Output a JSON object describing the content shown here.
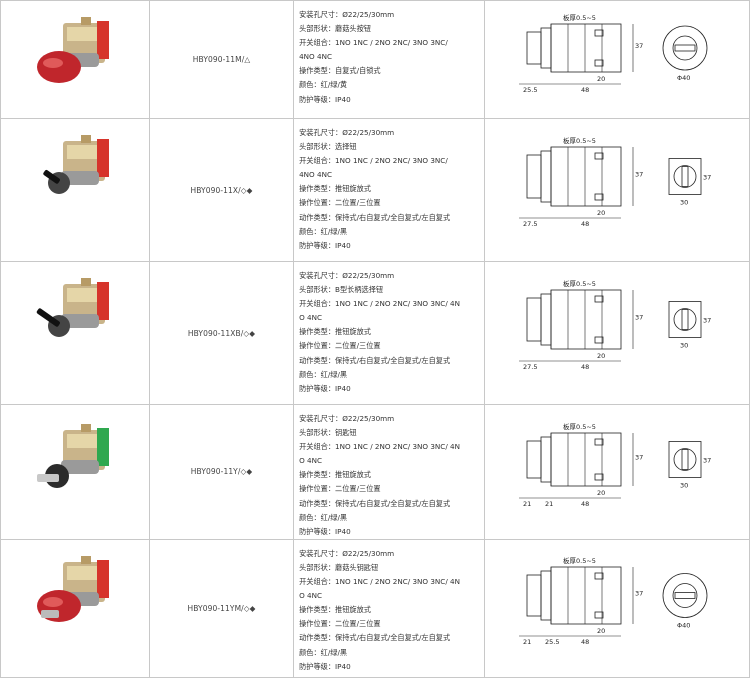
{
  "rows": [
    {
      "model": "HBY090-11M/△",
      "image_icon": "mushroom-head-red-button",
      "head_color": "#c0262c",
      "specs": [
        "安装孔尺寸：Ø22/25/30mm",
        "头部形状：蘑菇头按钮",
        "开关组合：1NO 1NC / 2NO 2NC/ 3NO 3NC/",
        "4NO 4NC",
        "操作类型：自复式/自锁式",
        "颜色：红/绿/黄",
        "防护等级：IP40"
      ],
      "dims": {
        "panel": "板厚0.5~5",
        "h": "37",
        "a": "25.5",
        "b": "48",
        "c": "20",
        "diam": "Φ40"
      }
    },
    {
      "model": "HBY090-11X/◇◆",
      "image_icon": "selector-switch-short-lever",
      "specs": [
        "安装孔尺寸：Ø22/25/30mm",
        "头部形状：选择钮",
        "开关组合：1NO 1NC / 2NO 2NC/ 3NO 3NC/",
        "4NO 4NC",
        "操作类型：推钮旋放式",
        "操作位置：二位置/三位置",
        "动作类型：保持式/右自复式/全自复式/左自复式",
        "颜色：红/绿/黑",
        "防护等级：IP40"
      ],
      "dims": {
        "panel": "板厚0.5~5",
        "h": "37",
        "a": "27.5",
        "b": "48",
        "c": "20",
        "w": "30"
      }
    },
    {
      "model": "HBY090-11XB/◇◆",
      "image_icon": "selector-switch-long-lever",
      "specs": [
        "安装孔尺寸：Ø22/25/30mm",
        "头部形状：B型长柄选择钮",
        "开关组合：1NO 1NC / 2NO 2NC/ 3NO 3NC/ 4N",
        "O 4NC",
        "操作类型：推钮旋放式",
        "操作位置：二位置/三位置",
        "动作类型：保持式/右自复式/全自复式/左自复式",
        "颜色：红/绿/黑",
        "防护等级：IP40"
      ],
      "dims": {
        "panel": "板厚0.5~5",
        "h": "37",
        "a": "27.5",
        "b": "48",
        "c": "20",
        "w": "30"
      }
    },
    {
      "model": "HBY090-11Y/◇◆",
      "image_icon": "key-switch",
      "specs": [
        "安装孔尺寸：Ø22/25/30mm",
        "头部形状：钥匙钮",
        "开关组合：1NO 1NC / 2NO 2NC/ 3NO 3NC/ 4N",
        "O 4NC",
        "操作类型：推钮旋放式",
        "操作位置：二位置/三位置",
        "动作类型：保持式/右自复式/全自复式/左自复式",
        "颜色：红/绿/黑",
        "防护等级：IP40"
      ],
      "dims": {
        "panel": "板厚0.5~5",
        "h": "37",
        "a": "21",
        "a2": "21",
        "b": "48",
        "c": "20",
        "w": "30"
      }
    },
    {
      "model": "HBY090-11YM/◇◆",
      "image_icon": "mushroom-key-switch",
      "head_color": "#c0262c",
      "specs": [
        "安装孔尺寸：Ø22/25/30mm",
        "头部形状：蘑菇头钥匙钮",
        "开关组合：1NO 1NC / 2NO 2NC/ 3NO 3NC/ 4N",
        "O 4NC",
        "操作类型：推钮旋放式",
        "操作位置：二位置/三位置",
        "动作类型：保持式/右自复式/全自复式/左自复式",
        "颜色：红/绿/黑",
        "防护等级：IP40"
      ],
      "dims": {
        "panel": "板厚0.5~5",
        "h": "37",
        "a": "21",
        "a2": "25.5",
        "b": "48",
        "c": "20",
        "diam": "Φ40"
      }
    }
  ]
}
